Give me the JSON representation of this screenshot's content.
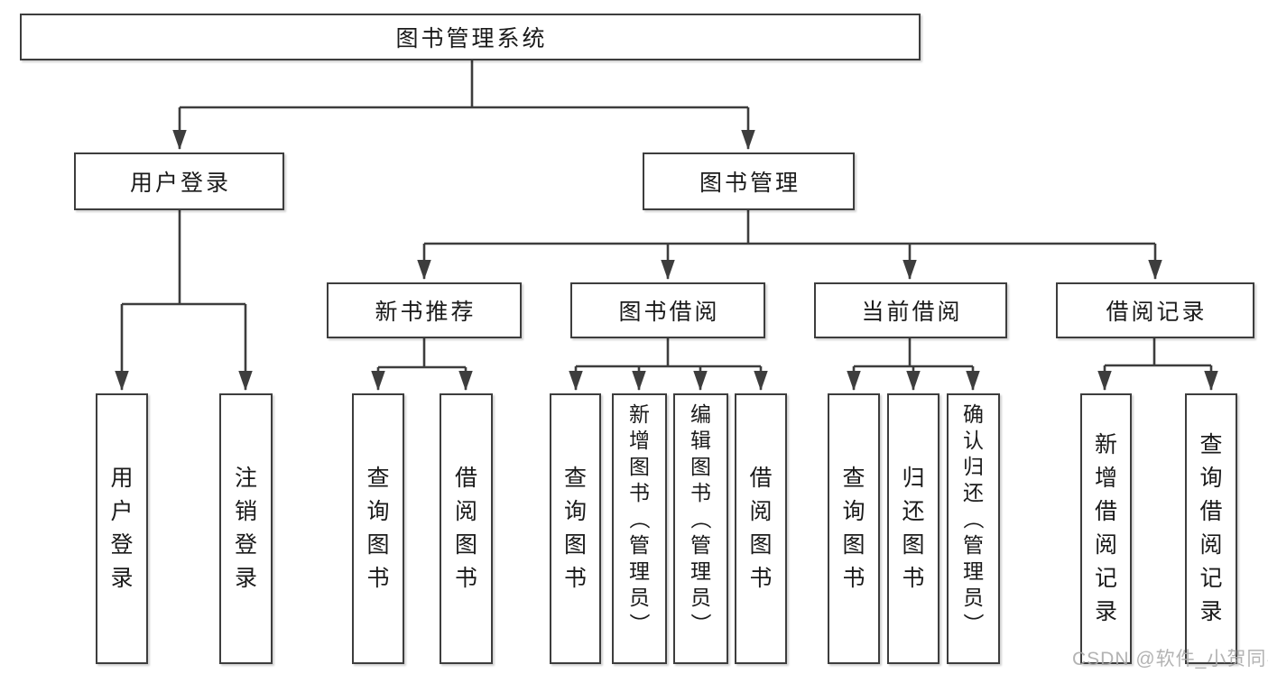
{
  "tree": {
    "root": "图书管理系统",
    "branches": [
      {
        "label": "用户登录",
        "children": [
          "用户登录",
          "注销登录"
        ]
      },
      {
        "label": "图书管理",
        "groups": [
          {
            "label": "新书推荐",
            "children": [
              "查询图书",
              "借阅图书"
            ]
          },
          {
            "label": "图书借阅",
            "children": [
              "查询图书",
              "新增图书（管理员）",
              "编辑图书（管理员）",
              "借阅图书"
            ]
          },
          {
            "label": "当前借阅",
            "children": [
              "查询图书",
              "归还图书",
              "确认归还（管理员）"
            ]
          },
          {
            "label": "借阅记录",
            "children": [
              "新增借阅记录",
              "查询借阅记录"
            ]
          }
        ]
      }
    ]
  },
  "watermark": "CSDN @软件_小贺同学",
  "colors": {
    "line": "#3d3d3d",
    "box_border": "#3d3d3d",
    "text": "#1a1a1a",
    "background": "#ffffff",
    "watermark": "#a8a8a8"
  }
}
